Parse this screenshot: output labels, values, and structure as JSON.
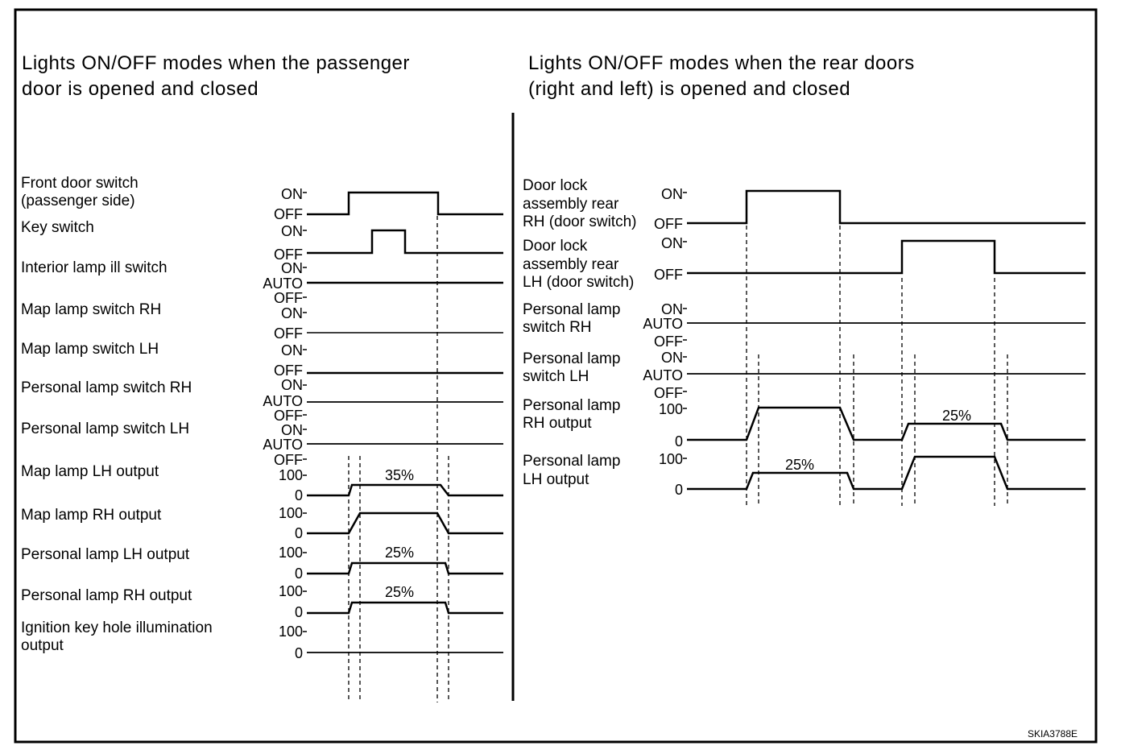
{
  "left_panel": {
    "heading": [
      "Lights ON/OFF modes when the passenger",
      "door is opened and closed"
    ],
    "signals": [
      {
        "label": [
          "Front door switch",
          "(passenger side)"
        ],
        "levels": [
          "ON",
          "OFF"
        ]
      },
      {
        "label": [
          "Key switch"
        ],
        "levels": [
          "ON",
          "OFF"
        ]
      },
      {
        "label": [
          "Interior lamp ill switch"
        ],
        "levels": [
          "ON",
          "AUTO",
          "OFF"
        ]
      },
      {
        "label": [
          "Map lamp switch RH"
        ],
        "levels": [
          "ON",
          "OFF"
        ]
      },
      {
        "label": [
          "Map lamp switch LH"
        ],
        "levels": [
          "ON",
          "OFF"
        ]
      },
      {
        "label": [
          "Personal lamp switch RH"
        ],
        "levels": [
          "ON",
          "AUTO",
          "OFF"
        ]
      },
      {
        "label": [
          "Personal lamp switch LH"
        ],
        "levels": [
          "ON",
          "AUTO",
          "OFF"
        ]
      },
      {
        "label": [
          "Map lamp LH output"
        ],
        "levels": [
          "100",
          "0"
        ],
        "annotation": "35%"
      },
      {
        "label": [
          "Map lamp RH output"
        ],
        "levels": [
          "100",
          "0"
        ]
      },
      {
        "label": [
          "Personal lamp LH output"
        ],
        "levels": [
          "100",
          "0"
        ],
        "annotation": "25%"
      },
      {
        "label": [
          "Personal lamp RH output"
        ],
        "levels": [
          "100",
          "0"
        ],
        "annotation": "25%"
      },
      {
        "label": [
          "Ignition key hole illumination",
          "output"
        ],
        "levels": [
          "100",
          "0"
        ]
      }
    ]
  },
  "right_panel": {
    "heading": [
      "Lights ON/OFF modes when the rear doors",
      "(right and left) is opened and closed"
    ],
    "signals": [
      {
        "label": [
          "Door lock",
          "assembly rear",
          "RH (door switch)"
        ],
        "levels": [
          "ON",
          "OFF"
        ]
      },
      {
        "label": [
          "Door lock",
          "assembly rear",
          "LH (door switch)"
        ],
        "levels": [
          "ON",
          "OFF"
        ]
      },
      {
        "label": [
          "Personal lamp",
          "switch RH"
        ],
        "levels": [
          "ON",
          "AUTO",
          "OFF"
        ]
      },
      {
        "label": [
          "Personal lamp",
          "switch LH"
        ],
        "levels": [
          "ON",
          "AUTO",
          "OFF"
        ]
      },
      {
        "label": [
          "Personal lamp",
          "RH output"
        ],
        "levels": [
          "100",
          "0"
        ],
        "annotation": "25%"
      },
      {
        "label": [
          "Personal lamp",
          "LH  output"
        ],
        "levels": [
          "100",
          "0"
        ],
        "annotation": "25%"
      }
    ]
  },
  "figure_code": "SKIA3788E"
}
